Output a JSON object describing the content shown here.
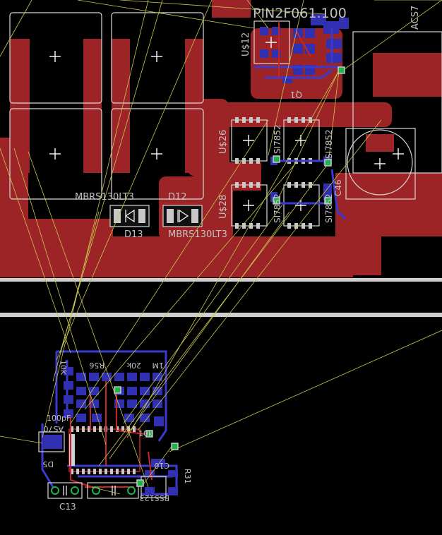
{
  "labels": {
    "pin2f061": "PIN2F061.100",
    "acs": "ACS7",
    "u12": "U$12",
    "q1": "Q1",
    "u26": "U$26",
    "si7852_a": "SI7852",
    "si7852_b": "SI7852",
    "si7852_c": "SI7852",
    "si7852_d": "SI7852",
    "u28": "U$28",
    "c46": "C46",
    "mbrs_top": "MBRS130LT3",
    "d12": "D12",
    "d13": "D13",
    "mbrs_bottom": "MBRS130LT3",
    "r10k": "10K",
    "r56": "R56",
    "r20k": "20k",
    "r1m": "1M",
    "c100pf": "100pF",
    "c0r": "10k",
    "d5": "D5",
    "as70": "AS70",
    "c13": "C13",
    "c10": "C10",
    "bss123": "BSS123",
    "r31": "R31"
  },
  "colors": {
    "copper_top": "#9c2426",
    "copper_bottom": "#3030b0",
    "silkscreen": "#d8d8d8",
    "airwire": "#c8c850",
    "via": "#1fb34a",
    "background": "#000000"
  }
}
